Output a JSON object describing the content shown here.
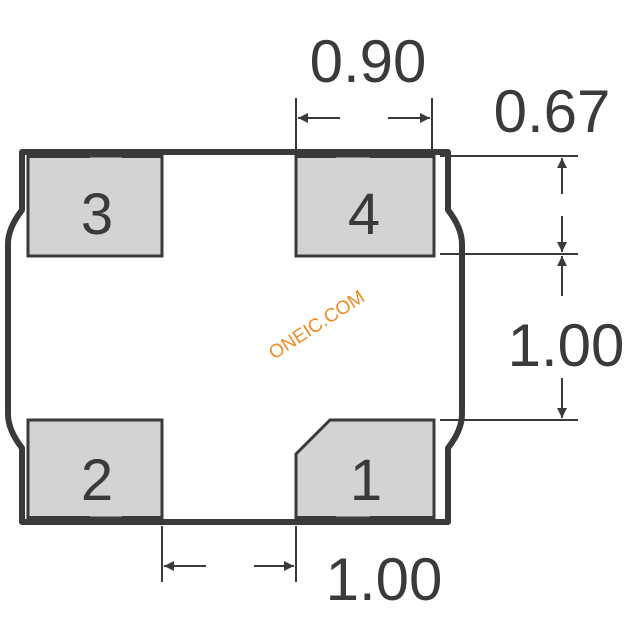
{
  "colors": {
    "outline": "#3a3a3a",
    "pad_fill": "#d3d3d3",
    "watermark": "#f08a24",
    "background": "#ffffff"
  },
  "pads": [
    {
      "id": "pad-1",
      "label": "1"
    },
    {
      "id": "pad-2",
      "label": "2"
    },
    {
      "id": "pad-3",
      "label": "3"
    },
    {
      "id": "pad-4",
      "label": "4"
    }
  ],
  "dimensions": {
    "pad_width": "0.90",
    "pad_height": "0.67",
    "vertical_gap": "1.00",
    "horizontal_gap": "1.00"
  },
  "watermark": "ONEIC.COM"
}
